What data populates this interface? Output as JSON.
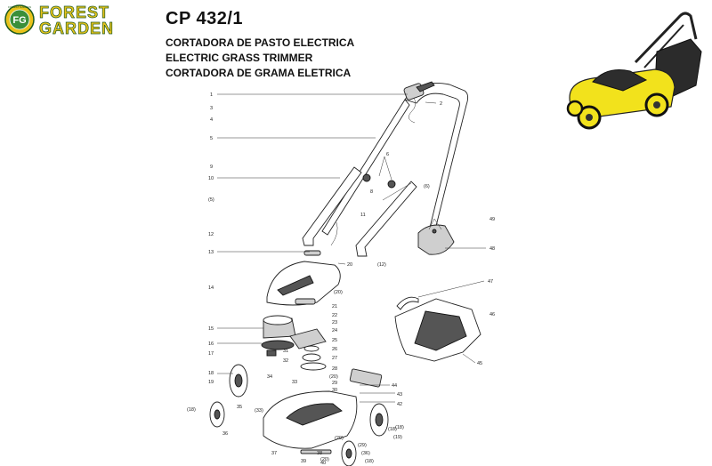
{
  "brand": {
    "line1": "FOREST",
    "line2": "GARDEN",
    "monogram": "FG",
    "ring_text": "FOREST GARDEN",
    "colors": {
      "yellow": "#e8c21a",
      "green": "#3b8f3a",
      "outline": "#1d5a1d"
    }
  },
  "header": {
    "model": "CP 432/1",
    "subtitles": [
      "CORTADORA DE PASTO ELECTRICA",
      "ELECTRIC GRASS TRIMMER",
      "CORTADORA DE GRAMA ELETRICA"
    ]
  },
  "product_photo": {
    "body_color": "#f2e21c",
    "frame_color": "#222222"
  },
  "callouts": {
    "c1": "1",
    "c2": "2",
    "c3": "3",
    "c4": "4",
    "c5": "5",
    "c5p": "(5)",
    "c6": "6",
    "c6p": "(6)",
    "c8": "8",
    "c9": "9",
    "c10": "10",
    "c11": "11",
    "c12": "12",
    "c12p": "(12)",
    "c13": "13",
    "c14": "14",
    "c15": "15",
    "c16": "16",
    "c17": "17",
    "c18": "18",
    "c18a": "(18)",
    "c18b": "(18)",
    "c18c": "(18)",
    "c18d": "(18)",
    "c19": "19",
    "c19p": "(19)",
    "c20": "20",
    "c20a": "(20)",
    "c20b": "(20)",
    "c20c": "(20)",
    "c20d": "(20)",
    "c21": "21",
    "c22": "22",
    "c23": "23",
    "c24": "24",
    "c25": "25",
    "c26": "26",
    "c27": "27",
    "c28": "28",
    "c29": "29",
    "c29p": "(29)",
    "c30": "30",
    "c31": "31",
    "c32": "32",
    "c33": "33",
    "c33p": "(33)",
    "c34": "34",
    "c35": "35",
    "c36": "36",
    "c36p": "(36)",
    "c37": "37",
    "c38": "38",
    "c39": "39",
    "c40": "40",
    "c42": "42",
    "c43": "43",
    "c44": "44",
    "c45": "45",
    "c46": "46",
    "c47": "47",
    "c48": "48",
    "c49": "49"
  }
}
